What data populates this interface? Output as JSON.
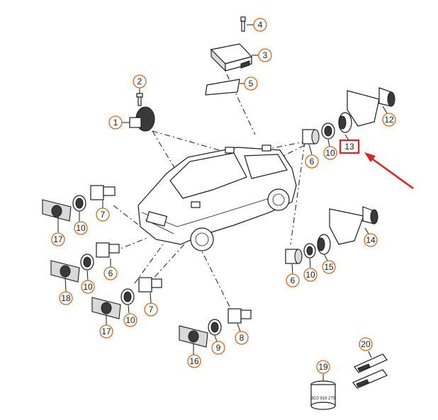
{
  "callouts": [
    {
      "id": "c1",
      "label": "1"
    },
    {
      "id": "c2",
      "label": "2"
    },
    {
      "id": "c3",
      "label": "3"
    },
    {
      "id": "c4",
      "label": "4"
    },
    {
      "id": "c5",
      "label": "5"
    },
    {
      "id": "c6a",
      "label": "6"
    },
    {
      "id": "c6b",
      "label": "6"
    },
    {
      "id": "c6c",
      "label": "6"
    },
    {
      "id": "c7a",
      "label": "7"
    },
    {
      "id": "c7b",
      "label": "7"
    },
    {
      "id": "c8",
      "label": "8"
    },
    {
      "id": "c9",
      "label": "9"
    },
    {
      "id": "c10a",
      "label": "10"
    },
    {
      "id": "c10b",
      "label": "10"
    },
    {
      "id": "c10c",
      "label": "10"
    },
    {
      "id": "c10d",
      "label": "10"
    },
    {
      "id": "c10e",
      "label": "10"
    },
    {
      "id": "c12",
      "label": "12"
    },
    {
      "id": "c13",
      "label": "13"
    },
    {
      "id": "c14",
      "label": "14"
    },
    {
      "id": "c15",
      "label": "15"
    },
    {
      "id": "c16",
      "label": "16"
    },
    {
      "id": "c17a",
      "label": "17"
    },
    {
      "id": "c17b",
      "label": "17"
    },
    {
      "id": "c18",
      "label": "18"
    },
    {
      "id": "c19",
      "label": "19"
    },
    {
      "id": "c20",
      "label": "20"
    }
  ],
  "highlight": {
    "target": "13",
    "color": "#e02020"
  },
  "accent_colors": {
    "callout_ring": "#d2691e",
    "arrow": "#e02020"
  },
  "part_marking": "3C0 919 275"
}
